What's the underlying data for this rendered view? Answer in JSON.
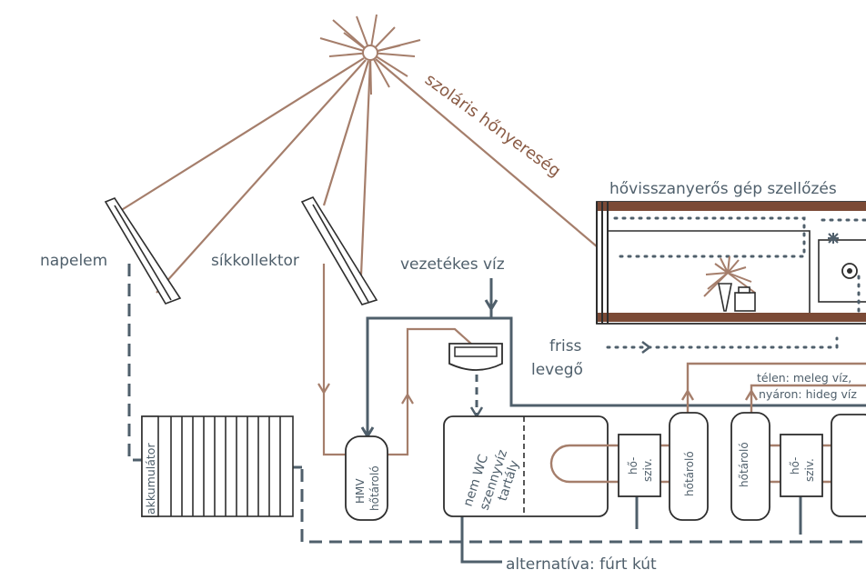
{
  "colors": {
    "grey_line": "#4f5f6b",
    "brown_line": "#a57e6b",
    "dark_brown": "#7b4a36",
    "outline": "#2e2e2e"
  },
  "labels": {
    "napelem": "napelem",
    "sikkollektor": "síkkollektor",
    "szolaris": "szoláris hőnyereség",
    "hovisszanyeros": "hővisszanyerős gép szellőzés",
    "vezetekes_viz": "vezetékes víz",
    "friss": "friss",
    "levego": "levegő",
    "telen": "télen: meleg víz,",
    "nyaron": "nyáron: hideg víz",
    "akkumulator": "akkumulátor",
    "hmv": "HMV",
    "hotarolo": "hőtároló",
    "nem_wc": "nem WC",
    "szennyviz": "szennyvíz",
    "tartaly": "tartály",
    "ho_siv_1a": "hő-",
    "ho_siv_1b": "sziv.",
    "hotarolo_2": "hőtároló",
    "hotarolo_3": "hőtároló",
    "ho_siv_2a": "hő-",
    "ho_siv_2b": "sziv.",
    "alternativa": "alternatíva: fúrt kút"
  }
}
